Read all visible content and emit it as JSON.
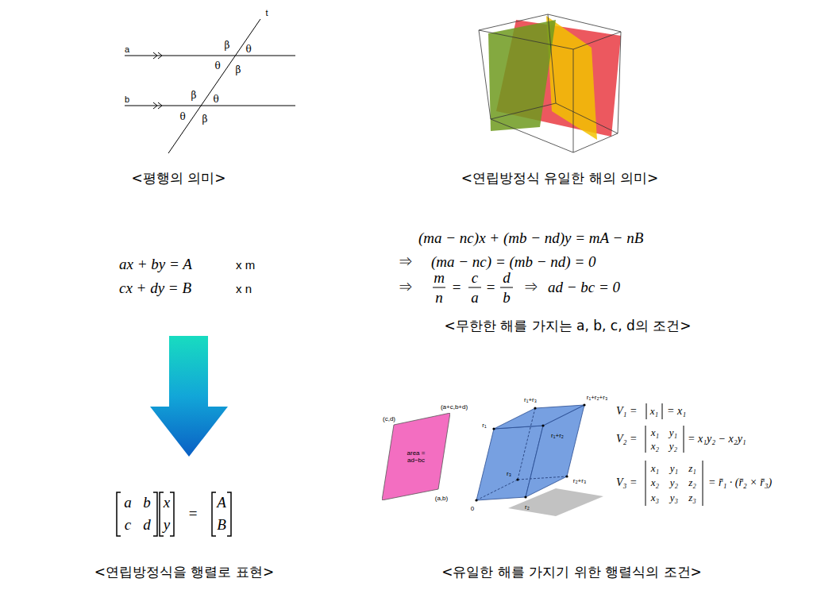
{
  "diagram": {
    "nodes": [
      {
        "text": [
          "area = ad−bc"
        ]
      }
    ],
    "labels": [
      "t",
      "a",
      "β",
      "θ",
      "θ",
      "β",
      "b",
      "β",
      "θ",
      "θ",
      "β",
      "<평행의 의미>",
      "<연립방정식 유일한 해의 의미>",
      "(ma − nc)x + (mb − nd)y = mA − nB",
      "⇒",
      "(ma − nc) = (mb − nd) = 0",
      "ax + by = A",
      "x m",
      "m",
      "c",
      "d",
      "cx + dy = B",
      "x n",
      "⇒",
      "=",
      "=",
      "⇒",
      "ad − bc = 0",
      "n",
      "a",
      "b",
      "<무한한 해를 가지는 a, b, c, d의 조건>",
      "(a+c,b+d)",
      "r₁+r₃",
      "r₁+r₂+r₃",
      "(c,d)",
      "V₁ =",
      "x₁",
      "= x₁",
      "r₁",
      "r₁+r₂",
      "V₂ =",
      "x₁",
      "y₁",
      "x₂",
      "y₂",
      "= x₁y₂ − x₂y₁",
      "r₃",
      "r₂+r₃",
      "x₁",
      "y₁",
      "z₁",
      "V₃ =",
      "x₂",
      "y₂",
      "z₂",
      "= r̄₁ · (r̄₂ × r̄₃)",
      "x₃",
      "y₃",
      "z₃",
      "(a,b)",
      "0",
      "r₂",
      "a",
      "b",
      "x",
      "c",
      "d",
      "y",
      "=",
      "A",
      "B",
      "<연립방정식을 행렬로 표현>",
      "<유일한 해를 가지기 위한 행렬식의 조건>"
    ]
  }
}
